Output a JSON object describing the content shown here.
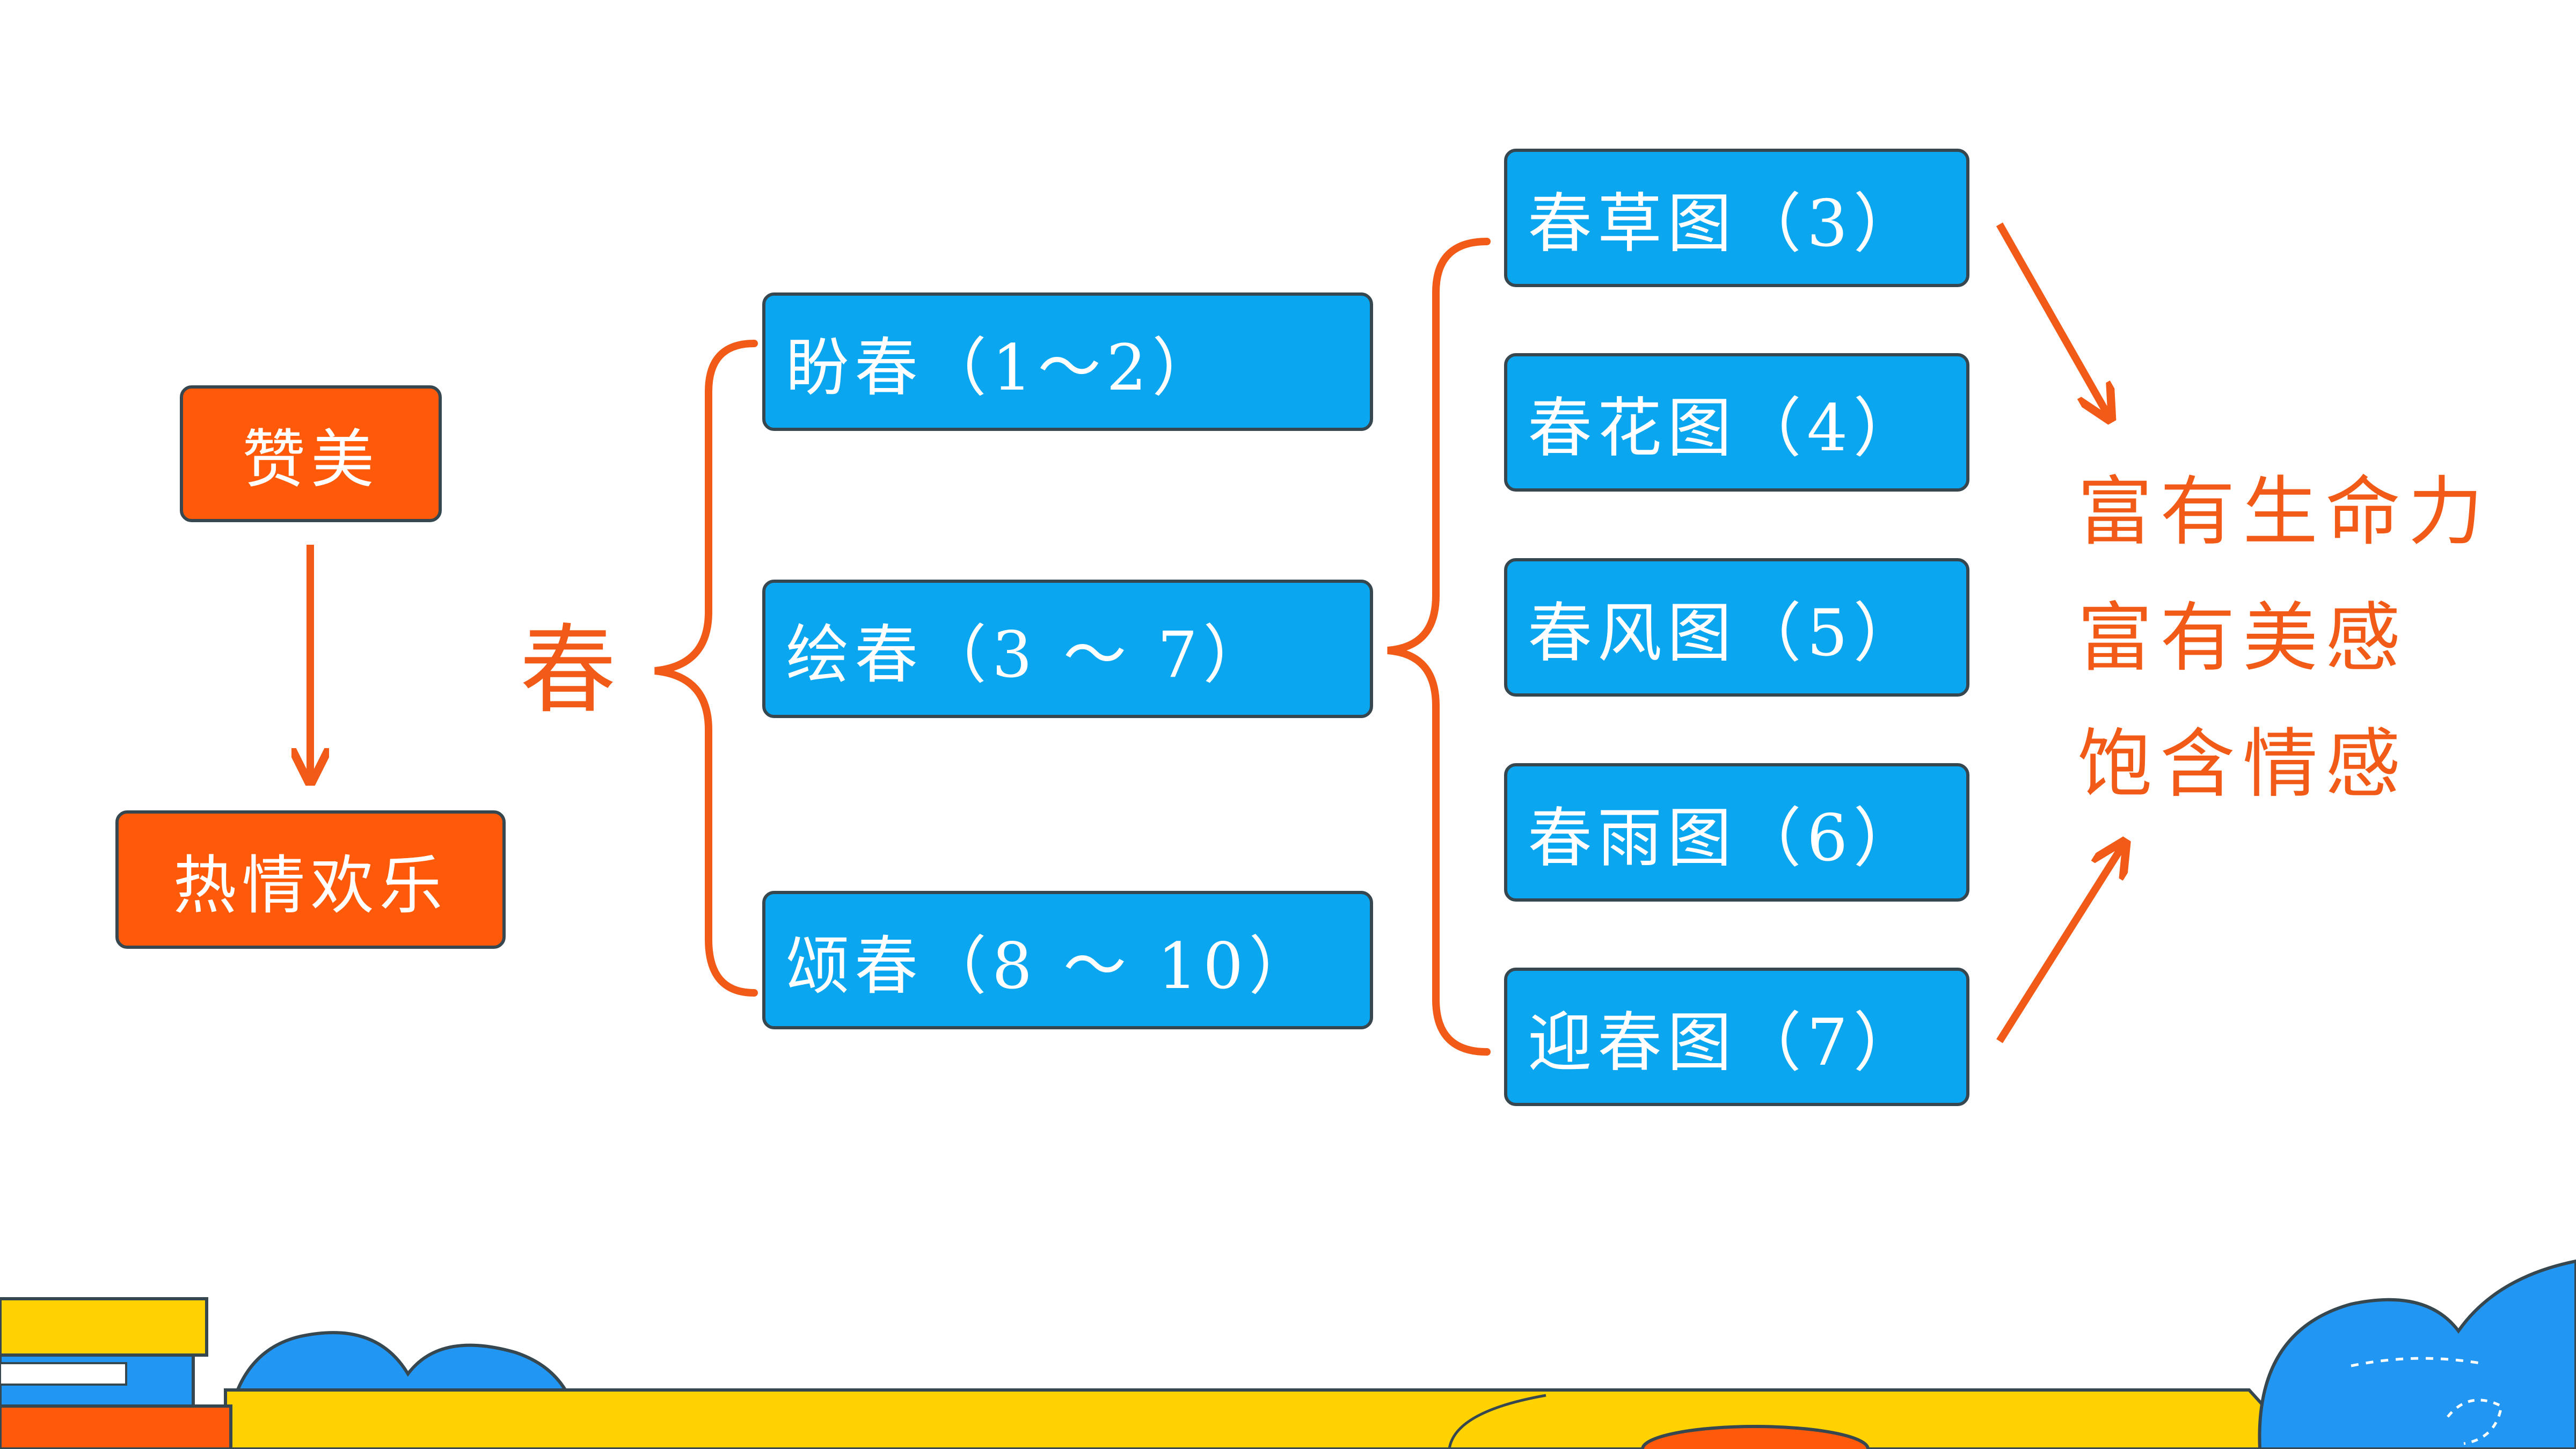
{
  "colors": {
    "orange_box": "#ff5a0a",
    "blue_box": "#0aa6ef",
    "border": "#37474f",
    "accent_text": "#f25b17",
    "deco_yellow": "#ffd200",
    "deco_blue": "#2196f3"
  },
  "left": {
    "top_label": "赞美",
    "bottom_label": "热情欢乐"
  },
  "center_char": "春",
  "sections": [
    {
      "label": "盼春（1～2）"
    },
    {
      "label": "绘春（3 ～ 7）"
    },
    {
      "label": "颂春（8 ～ 10）"
    }
  ],
  "pictures": [
    {
      "label": "春草图（3）"
    },
    {
      "label": "春花图（4）"
    },
    {
      "label": "春风图（5）"
    },
    {
      "label": "春雨图（6）"
    },
    {
      "label": "迎春图（7）"
    }
  ],
  "results": [
    {
      "label": "富有生命力"
    },
    {
      "label": "富有美感"
    },
    {
      "label": "饱含情感"
    }
  ]
}
